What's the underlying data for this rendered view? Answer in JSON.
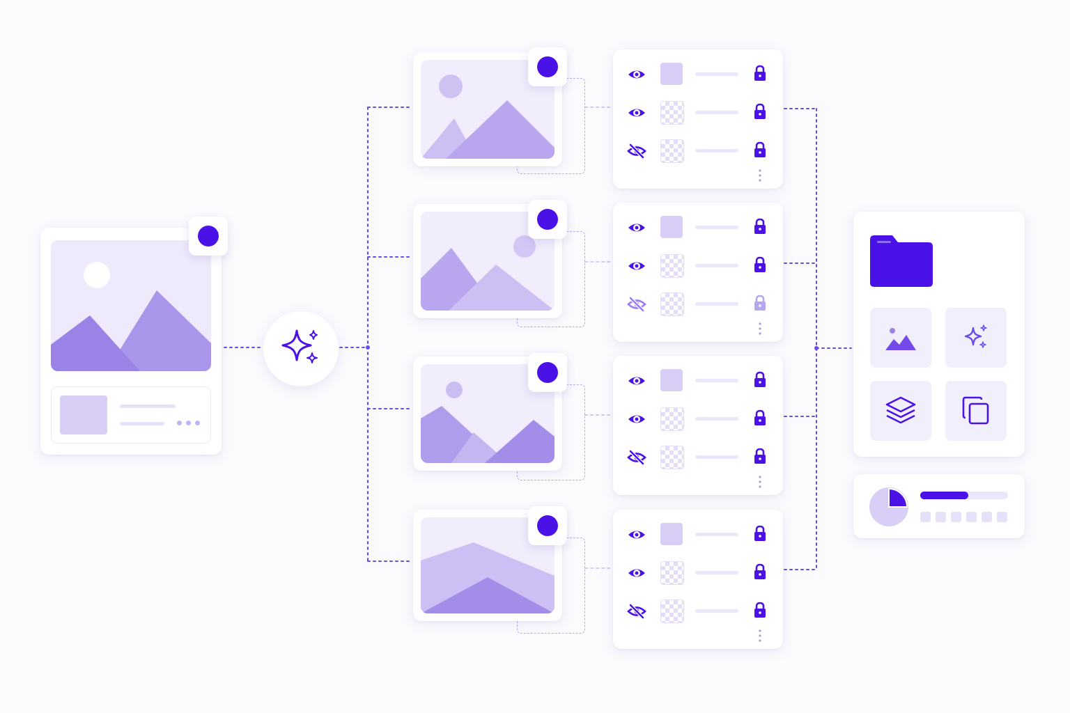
{
  "colors": {
    "accent": "#4a12e6",
    "lavender_light": "#efeafb",
    "lavender_mid": "#c9bcf2",
    "lavender_dark": "#a08ae6",
    "connector": "#6a4bea"
  },
  "icons": {
    "magic": "sparkles-icon",
    "visible": "eye-icon",
    "hidden": "eye-off-icon",
    "lock": "lock-icon",
    "more": "kebab-icon",
    "folder": "folder-icon",
    "image": "image-icon",
    "layers": "layers-icon",
    "copy": "copy-icon",
    "pie": "pie-chart-icon"
  },
  "variants": [
    {
      "layers": [
        {
          "visible": true,
          "swatch": "solid"
        },
        {
          "visible": true,
          "swatch": "checker"
        },
        {
          "visible": false,
          "swatch": "checker"
        }
      ]
    },
    {
      "layers": [
        {
          "visible": true,
          "swatch": "solid"
        },
        {
          "visible": true,
          "swatch": "checker"
        },
        {
          "visible": false,
          "swatch": "checker"
        }
      ]
    },
    {
      "layers": [
        {
          "visible": true,
          "swatch": "solid"
        },
        {
          "visible": true,
          "swatch": "checker"
        },
        {
          "visible": false,
          "swatch": "checker"
        }
      ]
    },
    {
      "layers": [
        {
          "visible": true,
          "swatch": "solid"
        },
        {
          "visible": true,
          "swatch": "checker"
        },
        {
          "visible": false,
          "swatch": "checker"
        }
      ]
    }
  ],
  "export_panel": {
    "tiles": [
      "image-icon",
      "sparkles-icon",
      "layers-icon",
      "copy-icon"
    ]
  },
  "progress": {
    "fill_fraction": 0.55,
    "pie_fraction": 0.25,
    "step_count": 6
  }
}
